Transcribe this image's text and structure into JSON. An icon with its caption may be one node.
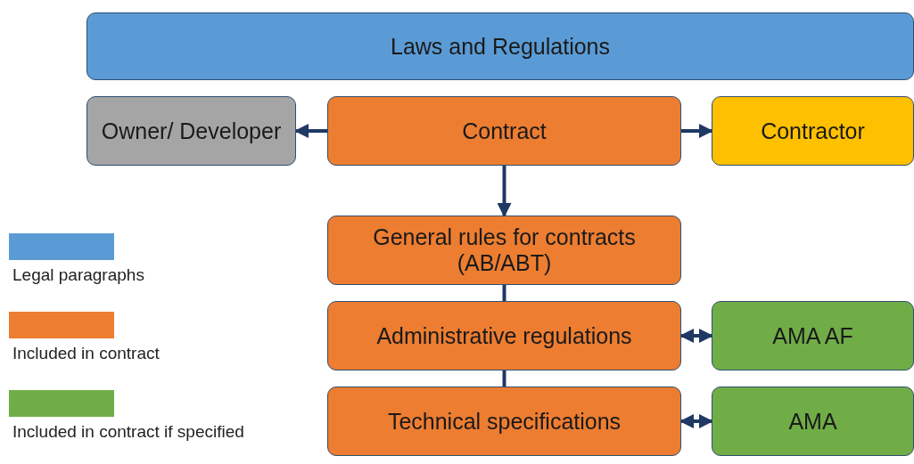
{
  "diagram": {
    "nodes": [
      {
        "text": [
          "Laws and Regulations"
        ]
      },
      {
        "text": [
          "Owner/ Developer"
        ]
      },
      {
        "text": [
          "Contract"
        ]
      },
      {
        "text": [
          "Contractor"
        ]
      },
      {
        "text": [
          "General rules for contracts (AB/ABT)"
        ]
      },
      {
        "text": [
          "Administrative regulations"
        ]
      },
      {
        "text": [
          "AMA AF"
        ]
      },
      {
        "text": [
          "Technical specifications"
        ]
      },
      {
        "text": [
          "AMA"
        ]
      }
    ],
    "edges": [
      {
        "from": 2,
        "to": 1,
        "arrow": "to"
      },
      {
        "from": 2,
        "to": 3,
        "arrow": "to"
      },
      {
        "from": 2,
        "to": 4,
        "arrow": "to"
      },
      {
        "from": 4,
        "to": 5,
        "arrow": "none"
      },
      {
        "from": 5,
        "to": 6,
        "arrow": "both"
      },
      {
        "from": 5,
        "to": 7,
        "arrow": "none"
      },
      {
        "from": 7,
        "to": 8,
        "arrow": "both"
      }
    ],
    "legend": [
      {
        "text": "Legal paragraphs",
        "color": "#5b9bd5"
      },
      {
        "text": "Included in contract",
        "color": "#ed7d31"
      },
      {
        "text": "Included in contract if specified",
        "color": "#70ad47"
      }
    ]
  }
}
